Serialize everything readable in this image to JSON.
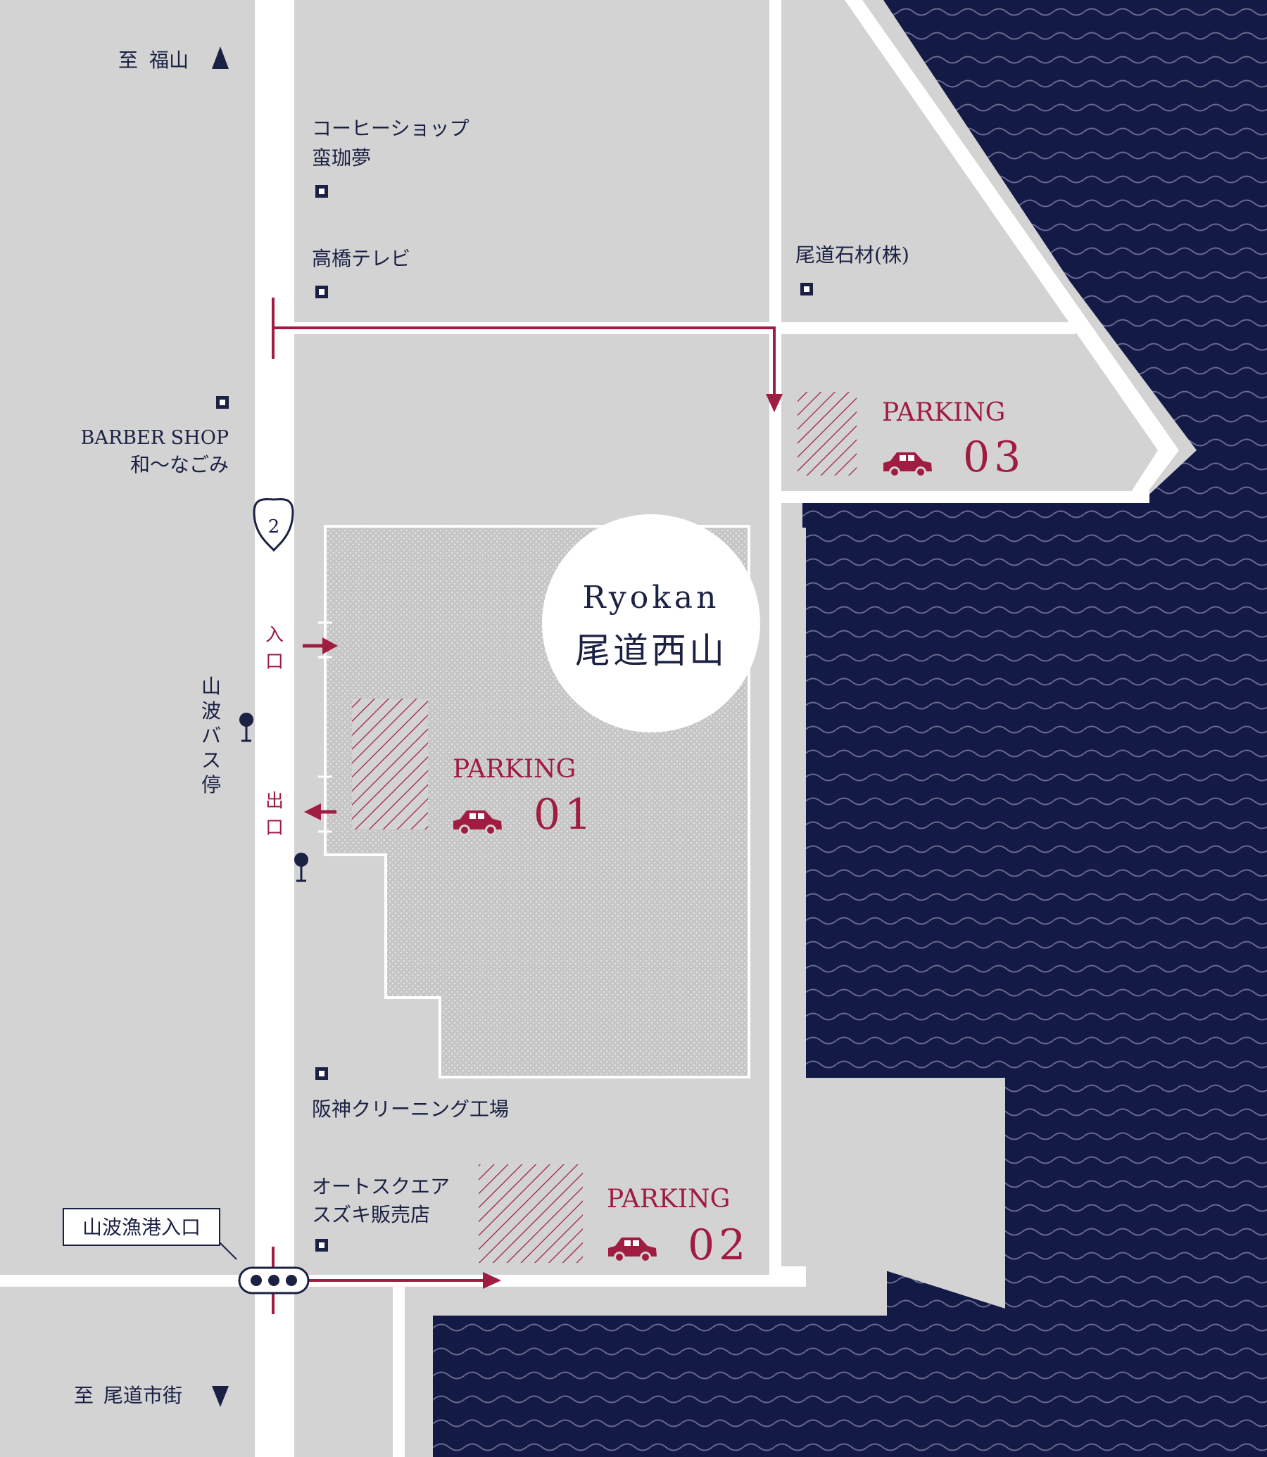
{
  "colors": {
    "block": "#d3d3d4",
    "road": "#ffffff",
    "navy": "#1a2143",
    "sea": "#121a45",
    "wave": "#6a6a8e",
    "crimson": "#a01c41",
    "lot": "#c8c8c9"
  },
  "directions": {
    "north_prefix": "至",
    "north_place": "福山",
    "south_prefix": "至",
    "south_place": "尾道市街"
  },
  "route_number": "2",
  "ryokan": {
    "name_en": "Ryokan",
    "name_jp": "尾道西山"
  },
  "gate": {
    "entrance": [
      "入",
      "口"
    ],
    "exit": [
      "出",
      "口"
    ]
  },
  "bus_stop": [
    "山",
    "波",
    "バ",
    "ス",
    "停"
  ],
  "harbor_entrance": "山波漁港入口",
  "landmarks": {
    "coffee_line1": "コーヒーショップ",
    "coffee_line2": "蛮珈夢",
    "tv_shop": "高橋テレビ",
    "stone": "尾道石材(株)",
    "barber_line1": "BARBER SHOP",
    "barber_line2": "和〜なごみ",
    "cleaning": "阪神クリーニング工場",
    "auto_line1": "オートスクエア",
    "auto_line2": "スズキ販売店"
  },
  "parking": [
    {
      "label": "PARKING",
      "number": "01",
      "icon": "car-icon"
    },
    {
      "label": "PARKING",
      "number": "02",
      "icon": "car-icon"
    },
    {
      "label": "PARKING",
      "number": "03",
      "icon": "car-icon"
    }
  ],
  "icons": {
    "north": "triangle-up-icon",
    "south": "triangle-down-icon",
    "landmark": "square-marker-icon",
    "bus": "pin-icon",
    "signal": "traffic-light-icon"
  }
}
